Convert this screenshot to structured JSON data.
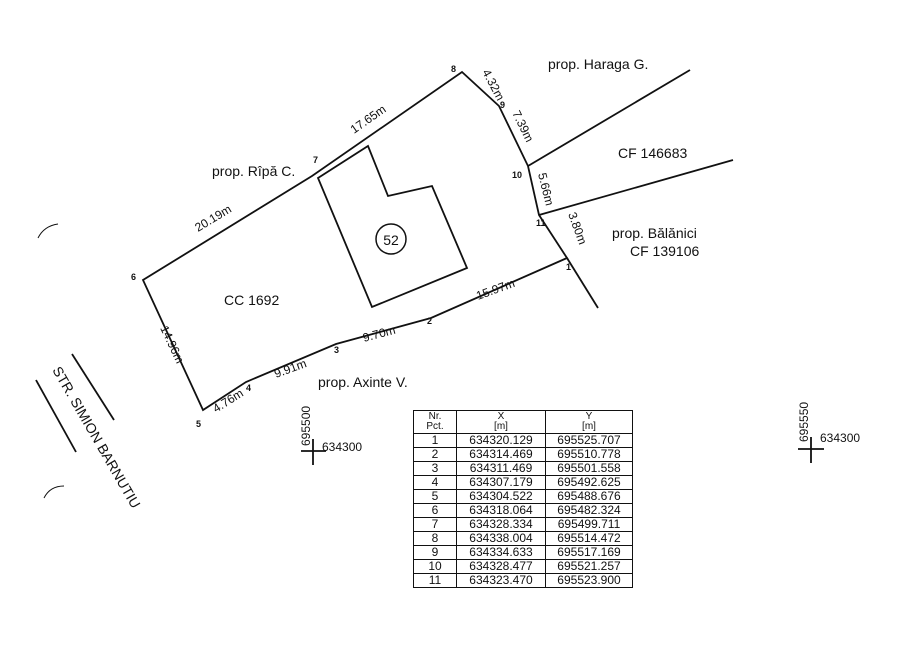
{
  "parcel": {
    "id_label": "52",
    "cadastral_label": "CC 1692"
  },
  "neighbors": {
    "north_east": "prop. Haraga G.",
    "east_upper_cf": "CF 146683",
    "east_lower": "prop. Bălănici",
    "east_lower_cf": "CF 139106",
    "north_west": "prop. Rîpă C.",
    "south": "prop. Axinte V."
  },
  "street": "STR. SIMION BARNUTIU",
  "point_labels": [
    "1",
    "2",
    "3",
    "4",
    "5",
    "6",
    "7",
    "8",
    "9",
    "10",
    "11"
  ],
  "segments": {
    "s1_2": "15.97m",
    "s2_3": "9.70m",
    "s3_4": "9.91m",
    "s4_5": "4.76m",
    "s5_6": "14.96m",
    "s6_7": "20.19m",
    "s7_8": "17.65m",
    "s8_9": "4.32m",
    "s9_10": "7.39m",
    "s10_11": "5.66m",
    "s11_1": "3.80m"
  },
  "grid_marks": [
    {
      "x": "634300",
      "y": "695500"
    },
    {
      "x": "634300",
      "y": "695550"
    }
  ],
  "table": {
    "headers": {
      "nr": "Nr.",
      "pct": "Pct.",
      "x": "X",
      "y": "Y",
      "unit_x": "[m]",
      "unit_y": "[m]"
    },
    "rows": [
      {
        "nr": "1",
        "x": "634320.129",
        "y": "695525.707"
      },
      {
        "nr": "2",
        "x": "634314.469",
        "y": "695510.778"
      },
      {
        "nr": "3",
        "x": "634311.469",
        "y": "695501.558"
      },
      {
        "nr": "4",
        "x": "634307.179",
        "y": "695492.625"
      },
      {
        "nr": "5",
        "x": "634304.522",
        "y": "695488.676"
      },
      {
        "nr": "6",
        "x": "634318.064",
        "y": "695482.324"
      },
      {
        "nr": "7",
        "x": "634328.334",
        "y": "695499.711"
      },
      {
        "nr": "8",
        "x": "634338.004",
        "y": "695514.472"
      },
      {
        "nr": "9",
        "x": "634334.633",
        "y": "695517.169"
      },
      {
        "nr": "10",
        "x": "634328.477",
        "y": "695521.257"
      },
      {
        "nr": "11",
        "x": "634323.470",
        "y": "695523.900"
      }
    ]
  }
}
